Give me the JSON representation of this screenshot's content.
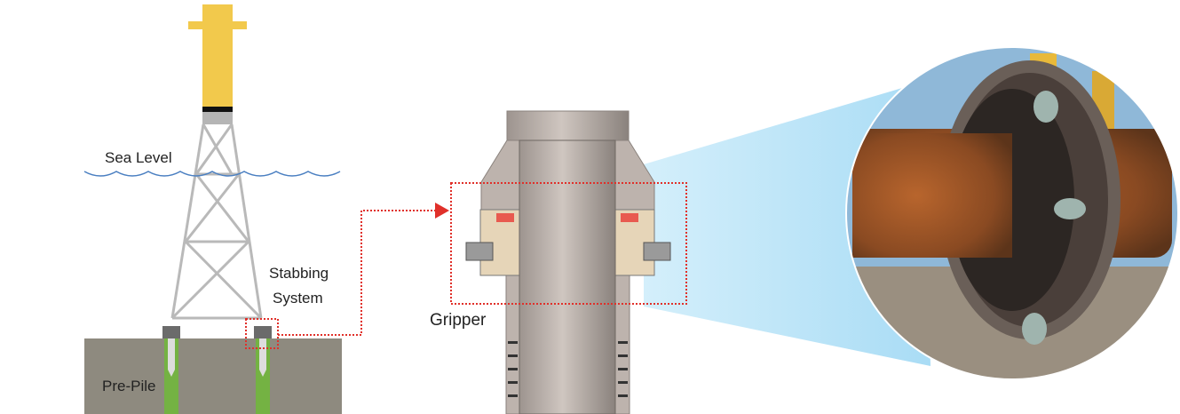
{
  "labels": {
    "sea_level": "Sea Level",
    "stabbing_line1": "Stabbing",
    "stabbing_line2": "System",
    "pre_pile": "Pre-Pile",
    "gripper": "Gripper"
  },
  "colors": {
    "transition_piece": "#f2c94c",
    "jacket": "#b9b9b9",
    "seabed": "#8e8a7f",
    "pile": "#74b243",
    "highlight": "#e0302a",
    "water": "#4a7fc1",
    "beam": "#bfe6f8"
  }
}
